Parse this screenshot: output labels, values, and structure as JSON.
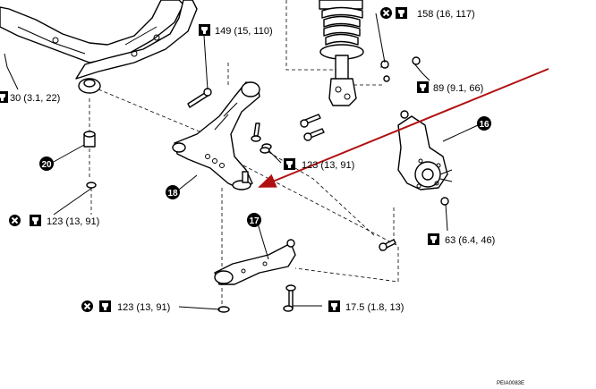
{
  "torque_labels": {
    "t149": "149 (15, 110)",
    "t158": "158 (16, 117)",
    "t30": "30 (3.1, 22)",
    "t89": "89 (9.1, 66)",
    "t123a": "123 (13, 91)",
    "t123b": "123 (13, 91)",
    "t123c": "123 (13, 91)",
    "t63": "63 (6.4, 46)",
    "t17": "17.5 (1.8, 13)"
  },
  "part_numbers": {
    "p16": "16",
    "p17": "17",
    "p18": "18",
    "p20": "20"
  },
  "figure_code": "PEIA0083E",
  "colors": {
    "arrow": "#b01010",
    "line": "#000000"
  },
  "icons": [
    "do-not-reuse-icon",
    "torque-wrench-icon"
  ]
}
